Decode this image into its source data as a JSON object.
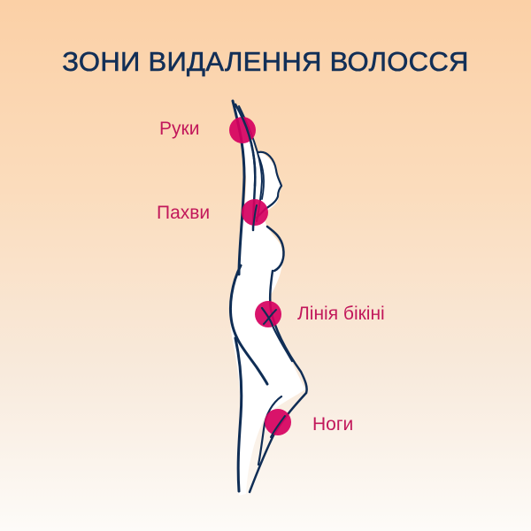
{
  "title": "ЗОНИ ВИДАЛЕННЯ ВОЛОССЯ",
  "colors": {
    "title": "#122f57",
    "outline": "#0f2d55",
    "marker": "#d6005f",
    "label": "#c2185b",
    "background_top": "#fbd0a6",
    "background_bottom": "#fdfbf8"
  },
  "zones": [
    {
      "label": "Руки",
      "marker_icon": "dot-marker"
    },
    {
      "label": "Пахви",
      "marker_icon": "dot-marker"
    },
    {
      "label": "Лінія бікіні",
      "marker_icon": "dot-marker"
    },
    {
      "label": "Ноги",
      "marker_icon": "dot-marker"
    }
  ]
}
